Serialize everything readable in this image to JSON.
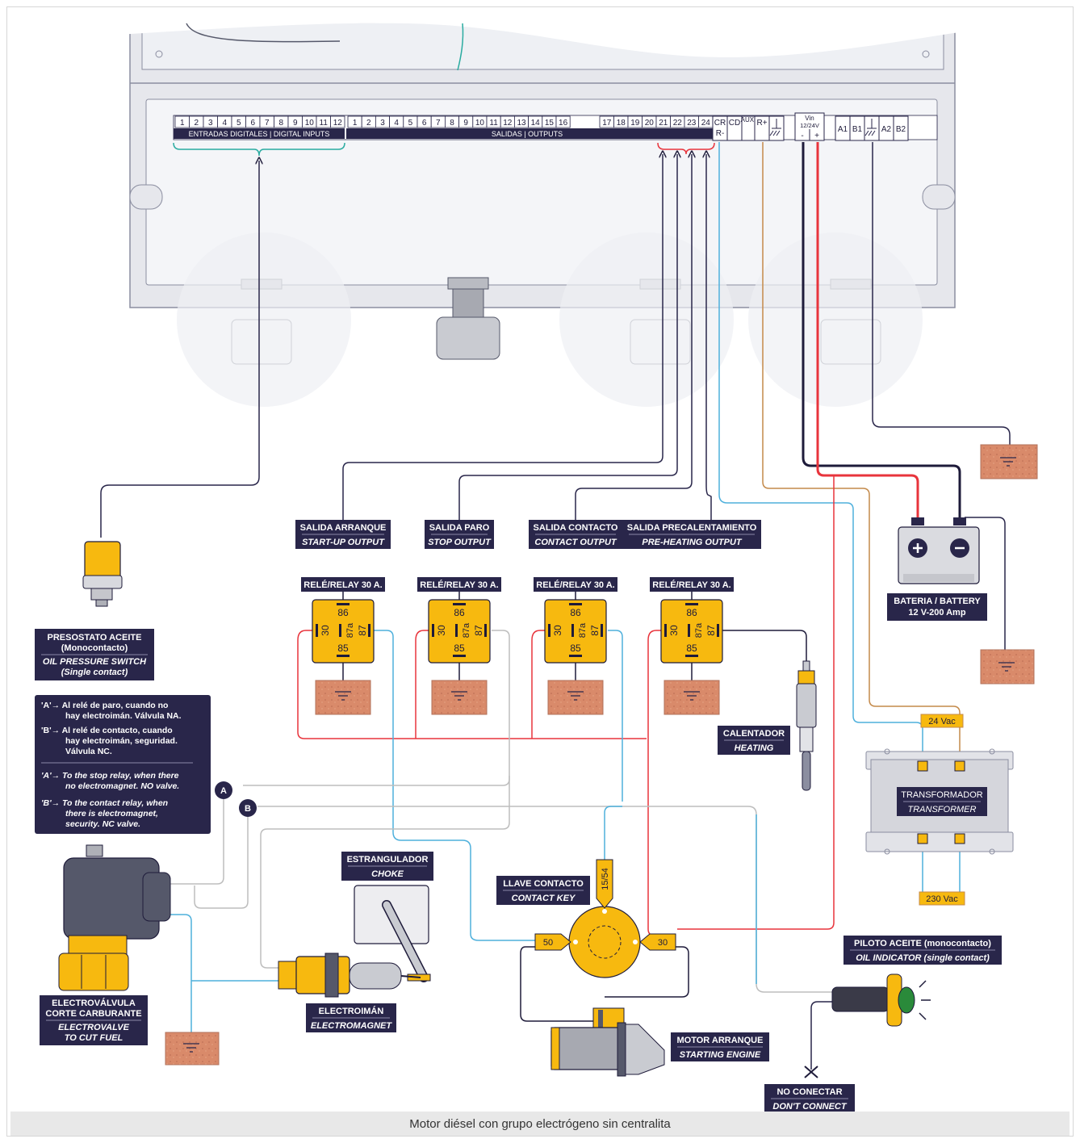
{
  "caption": "Motor diésel con grupo electrógeno sin centralita",
  "controller": {
    "digital_inputs_numbers": [
      "1",
      "2",
      "3",
      "4",
      "5",
      "6",
      "7",
      "8",
      "9",
      "10",
      "11",
      "12"
    ],
    "outputs_numbers_a": [
      "1",
      "2",
      "3",
      "4",
      "5",
      "6",
      "7",
      "8",
      "9",
      "10",
      "11",
      "12",
      "13",
      "14",
      "15",
      "16"
    ],
    "outputs_numbers_b": [
      "17",
      "18",
      "19",
      "20",
      "21",
      "22",
      "23",
      "24"
    ],
    "digital_inputs_label": "ENTRADAS DIGITALES | DIGITAL INPUTS",
    "outputs_label": "SALIDAS | OUTPUTS",
    "terminal_cr": "CR",
    "terminal_cr_minus": "R-",
    "terminal_cd": "CD",
    "terminal_aux": "AUX.",
    "terminal_rplus": "R+",
    "terminal_vin": "Vin",
    "terminal_vin_range": "12/24V",
    "terminal_minus": "-",
    "terminal_plus": "+",
    "terminal_a1": "A1",
    "terminal_b1": "B1",
    "terminal_a2": "A2",
    "terminal_b2": "B2"
  },
  "relay_outputs": [
    {
      "title": "SALIDA ARRANQUE",
      "subtitle": "START-UP OUTPUT",
      "relay": "RELÉ/RELAY 30 A."
    },
    {
      "title": "SALIDA PARO",
      "subtitle": "STOP OUTPUT",
      "relay": "RELÉ/RELAY 30 A."
    },
    {
      "title": "SALIDA CONTACTO",
      "subtitle": "CONTACT OUTPUT",
      "relay": "RELÉ/RELAY 30 A."
    },
    {
      "title": "SALIDA PRECALENTAMIENTO",
      "subtitle": "PRE-HEATING OUTPUT",
      "relay": "RELÉ/RELAY 30 A."
    }
  ],
  "relay_pins": {
    "p86": "86",
    "p85": "85",
    "p30": "30",
    "p87a": "87a",
    "p87": "87"
  },
  "battery": {
    "title": "BATERIA / BATTERY",
    "spec": "12 V-200 Amp"
  },
  "transformer": {
    "title": "TRANSFORMADOR",
    "subtitle": "TRANSFORMER",
    "in": "230 Vac",
    "out": "24 Vac"
  },
  "oil_switch": {
    "l1": "PRESOSTATO ACEITE",
    "l2": "(Monocontacto)",
    "l3": "OIL PRESSURE SWITCH",
    "l4": "(Single contact)"
  },
  "notes": {
    "a_es_1": "'A'→ Al relé de paro, cuando no",
    "a_es_2": "hay electroimán. Válvula NA.",
    "b_es_1": "'B'→ Al relé de contacto, cuando",
    "b_es_2": "hay electroimán, seguridad.",
    "b_es_3": "Válvula NC.",
    "a_en_1": "'A'→ To the stop relay, when there",
    "a_en_2": "no electromagnet. NO valve.",
    "b_en_1": "'B'→ To the contact relay, when",
    "b_en_2": "there is electromagnet,",
    "b_en_3": "security. NC valve."
  },
  "markers": {
    "a": "A",
    "b": "B"
  },
  "heating": {
    "title": "CALENTADOR",
    "subtitle": "HEATING"
  },
  "choke": {
    "title": "ESTRANGULADOR",
    "subtitle": "CHOKE"
  },
  "contact_key": {
    "title": "LLAVE CONTACTO",
    "subtitle": "CONTACT KEY",
    "pin_top": "15/54",
    "pin_left": "50",
    "pin_right": "30"
  },
  "electrovalve": {
    "l1": "ELECTROVÁLVULA",
    "l2": "CORTE CARBURANTE",
    "l3": "ELECTROVALVE",
    "l4": "TO CUT FUEL"
  },
  "electromagnet": {
    "title": "ELECTROIMÁN",
    "subtitle": "ELECTROMAGNET"
  },
  "starter": {
    "title": "MOTOR ARRANQUE",
    "subtitle": "STARTING ENGINE"
  },
  "oil_indicator": {
    "title": "PILOTO ACEITE (monocontacto)",
    "subtitle": "OIL INDICATOR (single contact)"
  },
  "no_connect": {
    "title": "NO CONECTAR",
    "subtitle": "DON'T CONNECT"
  },
  "colors": {
    "navy": "#29264a",
    "yellow": "#f7b90f",
    "red": "#e8343c",
    "blue": "#4eb0dc",
    "brown": "#c48a4a",
    "ground": "#d98a6a",
    "teal": "#2aaba0",
    "grey": "#bdbdbd"
  }
}
